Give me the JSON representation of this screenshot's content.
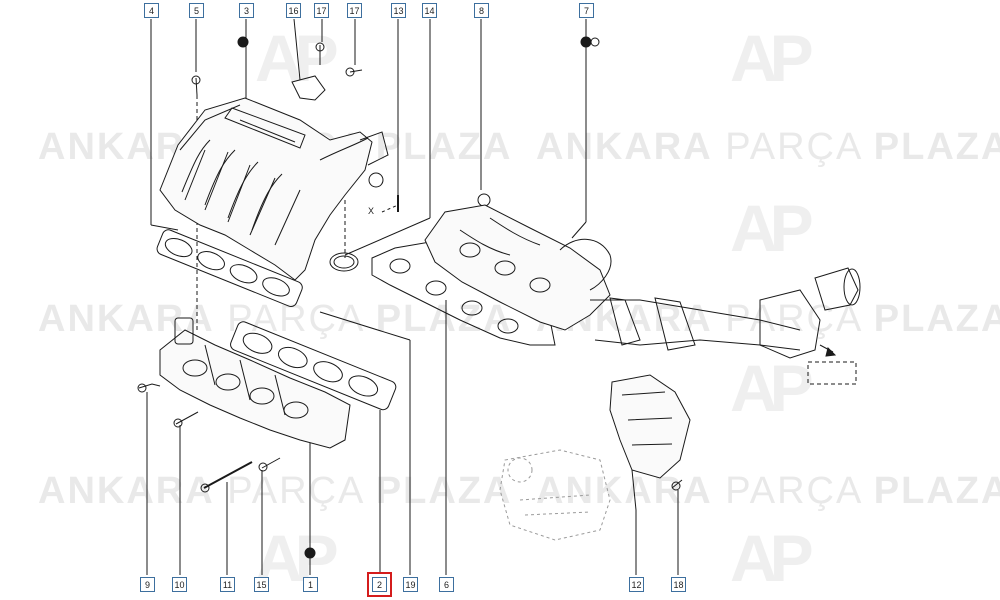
{
  "watermark": {
    "lead": "ANKARA",
    "mid": "PARÇA",
    "tail": "PLAZA",
    "logo": "AP"
  },
  "selected_callout": "2",
  "callouts_top": [
    "4",
    "5",
    "3",
    "16",
    "17",
    "17",
    "13",
    "14",
    "8",
    "7"
  ],
  "callouts_bottom": [
    "9",
    "10",
    "11",
    "15",
    "1",
    "2",
    "19",
    "6",
    "12",
    "18"
  ],
  "mark_x": "X",
  "colors": {
    "callout_border": "#3d6f9e",
    "selection": "#d41c1c",
    "line": "#1a1a1a",
    "watermark": "#e6e6e6"
  }
}
